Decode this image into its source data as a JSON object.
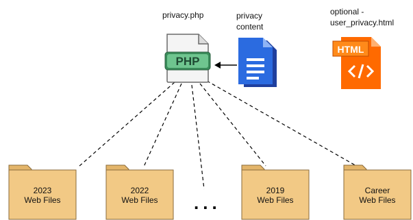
{
  "labels": {
    "php_file": "privacy.php",
    "privacy_content": [
      "privacy",
      "content"
    ],
    "optional_html": [
      "optional -",
      "user_privacy.html"
    ]
  },
  "icons": {
    "php": {
      "name": "php-file-icon",
      "text": "PHP",
      "color": "#3a8c5a"
    },
    "document": {
      "name": "document-icon",
      "color": "#2b6be0"
    },
    "html": {
      "name": "html-file-icon",
      "text": "HTML",
      "color": "#ff6a00"
    }
  },
  "folders": [
    {
      "line1": "2023",
      "line2": "Web Files"
    },
    {
      "line1": "2022",
      "line2": "Web Files"
    },
    {
      "line1": "2019",
      "line2": "Web Files"
    },
    {
      "line1": "Career",
      "line2": "Web Files"
    }
  ],
  "ellipsis": "...",
  "colors": {
    "folder": "#f2c985",
    "folder_stroke": "#8a6a3a",
    "connector": "#000000"
  }
}
